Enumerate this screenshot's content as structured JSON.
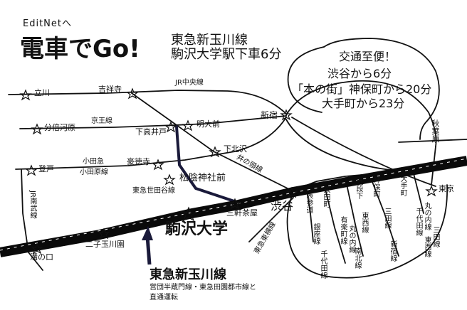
{
  "header": {
    "editnet": "EditNetへ",
    "title": "電車でGo!",
    "line1": "東急新玉川線",
    "line2": "駒沢大学駅下車6分"
  },
  "bubble": {
    "line1": "交通至便！",
    "line2": "渋谷から6分",
    "line3": "「本の街」神保町から20分",
    "line4": "大手町から23分"
  },
  "lines": {
    "jr_chuo": "JR中央線",
    "keio": "京王線",
    "odakyu": "小田急",
    "odakyu2": "小田原線",
    "inokashira": "井の頭線",
    "setagaya": "東急世田谷線",
    "jr_nambu": "JR南武線",
    "toyoko": "東急東横線",
    "ginza": "銀座線",
    "chiyoda": "千代田線",
    "yurakucho": "有楽町線",
    "marunouchi_a": "丸の内線",
    "nanboku": "南北線",
    "tozai": "東西線",
    "mita": "三田線",
    "shinjuku_line": "新宿線",
    "marunouchi_b": "丸の内線",
    "chiyoda_b": "千代田線",
    "mita_b": "三田線",
    "tozai_b": "東西線",
    "sobu": "秋葉原",
    "bottom_title": "東急新玉川線",
    "bottom_note1": "営団半蔵門線・東急田園都市線と",
    "bottom_note2": "直通運転"
  },
  "stations": {
    "tachikawa": "立川",
    "kichijoji": "吉祥寺",
    "bubaigawara": "分倍河原",
    "shimotakaido": "下高井戸",
    "meidaimae": "明大前",
    "shinjuku": "新宿",
    "shimokitazawa": "下北沢",
    "noborito": "登戸",
    "gotokuji": "豪徳寺",
    "shoin": "松陰神社前",
    "sangenjaya": "三軒茶屋",
    "komazawa": "駒沢大学",
    "shibuya": "渋谷",
    "futako": "二子玉川園",
    "mizonokuchi": "溝の口",
    "omotesando": "表参道",
    "nagatacho": "永田町",
    "kudanshita": "九段下",
    "jimbocho": "神保町",
    "otemachi": "大手町",
    "tokyo": "東京"
  },
  "colors": {
    "ink": "#111111",
    "rail": "#0a0a0a",
    "accent": "#1a1a3a"
  },
  "icons": [
    "arrow-up-icon",
    "star-icon",
    "bubble-outline"
  ]
}
